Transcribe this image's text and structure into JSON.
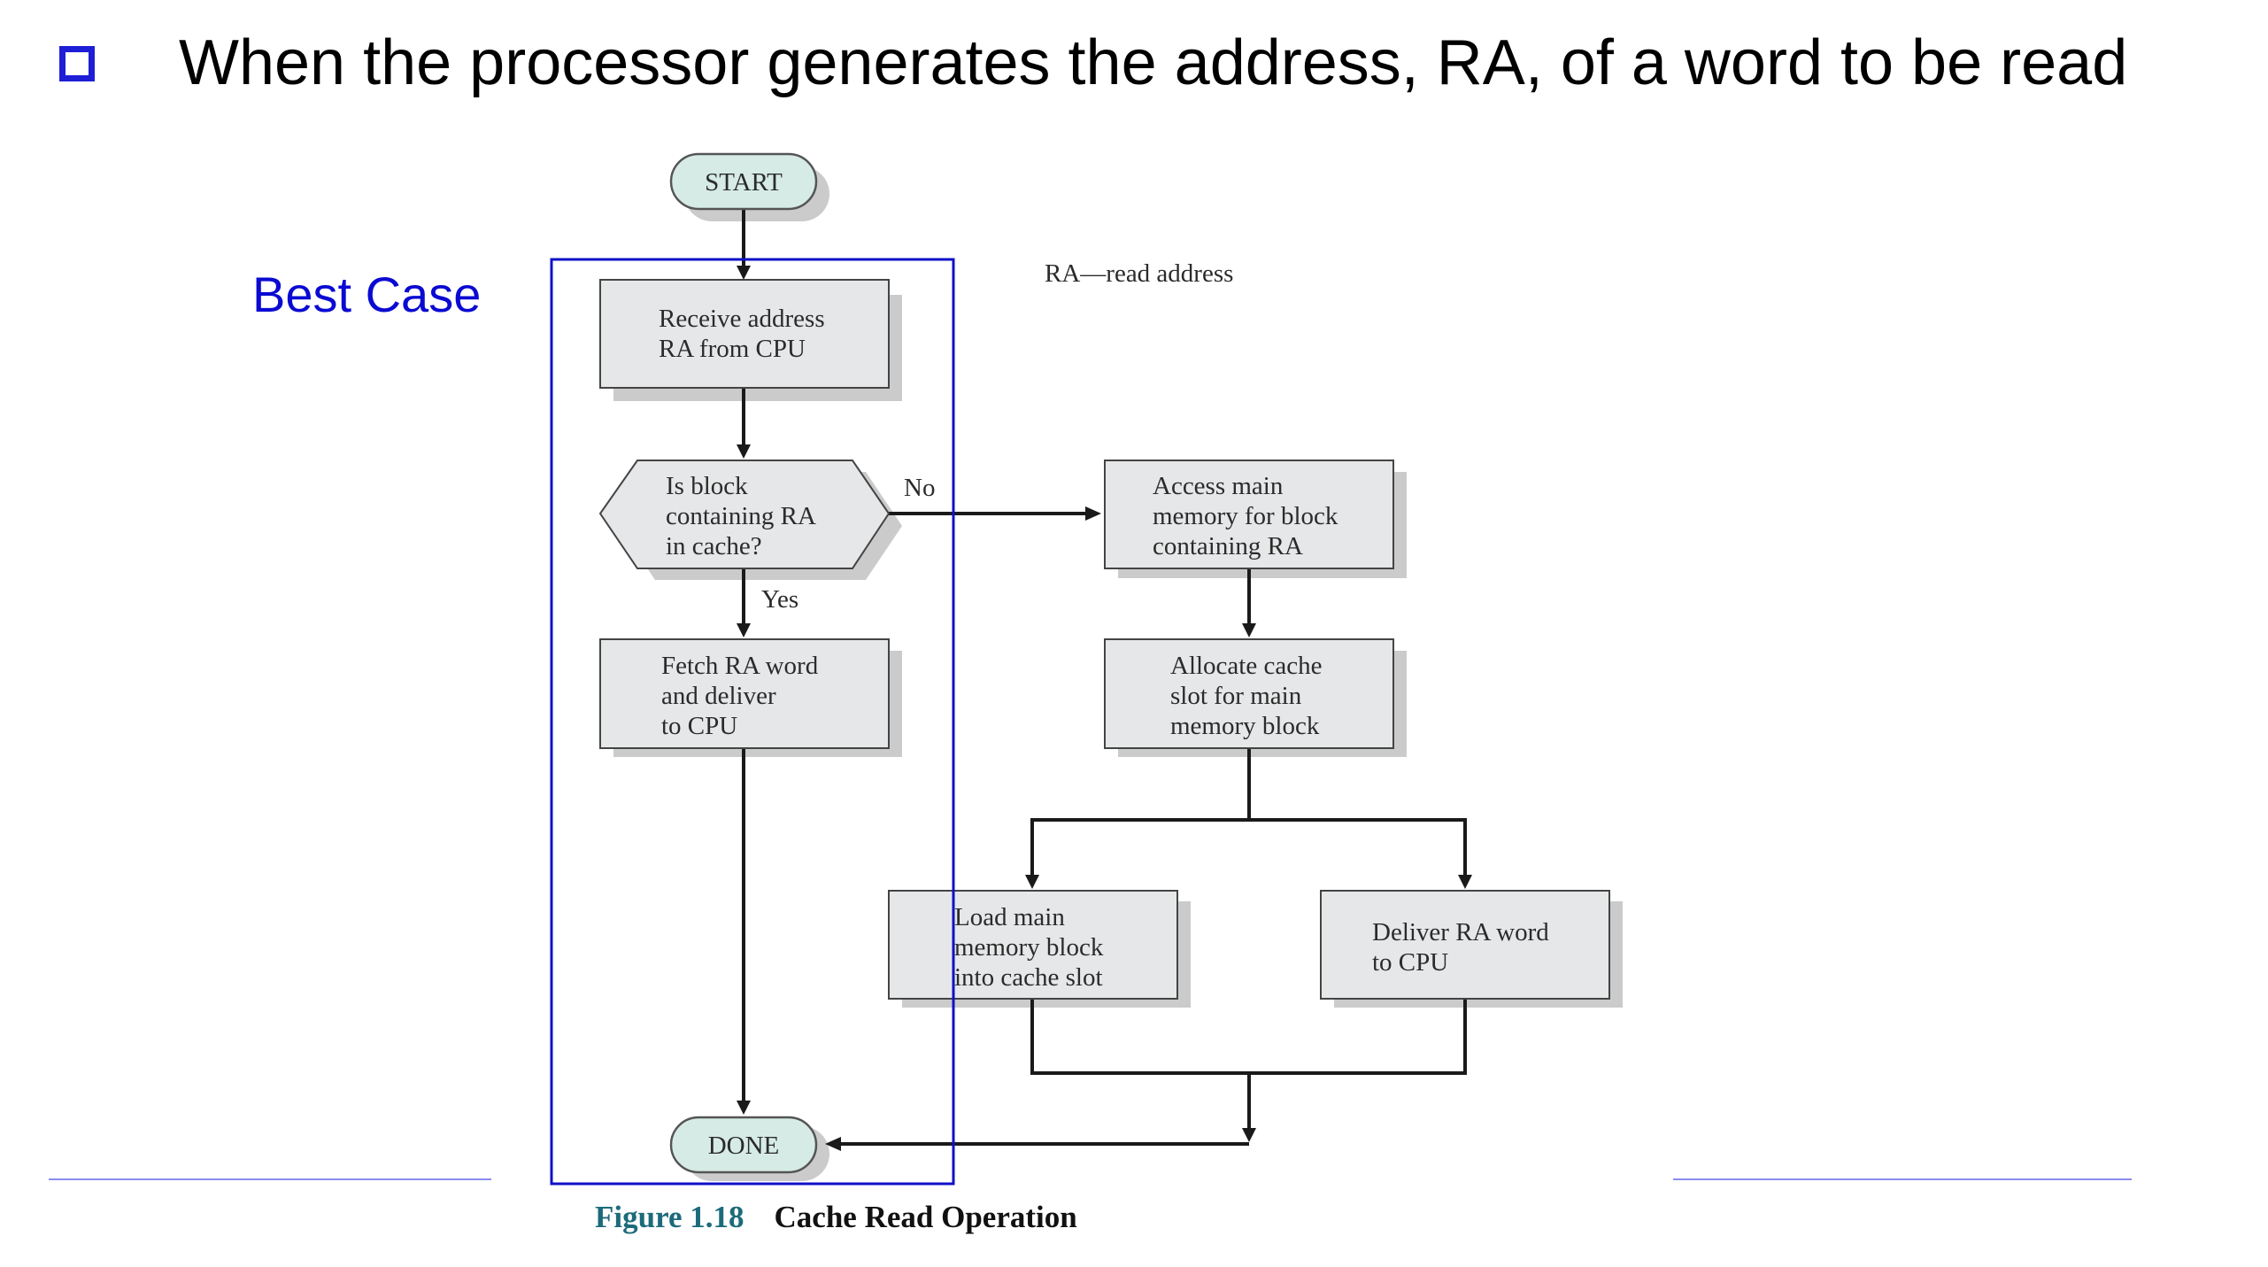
{
  "slide": {
    "title": "When the processor generates the address, RA, of a word to be read",
    "highlight_label": "Best Case"
  },
  "legend": "RA—read address",
  "figure": {
    "number": "Figure 1.18",
    "title": "Cache Read Operation"
  },
  "flowchart": {
    "start": "START",
    "done": "DONE",
    "receive": [
      "Receive address",
      "RA from CPU"
    ],
    "decision": [
      "Is block",
      "containing RA",
      "in cache?"
    ],
    "branch_no": "No",
    "branch_yes": "Yes",
    "fetch": [
      "Fetch RA word",
      "and deliver",
      "to CPU"
    ],
    "access": [
      "Access main",
      "memory for block",
      "containing RA"
    ],
    "allocate": [
      "Allocate cache",
      "slot for main",
      "memory block"
    ],
    "load": [
      "Load main",
      "memory block",
      "into cache slot"
    ],
    "deliver": [
      "Deliver RA word",
      "to CPU"
    ]
  },
  "colors": {
    "accent_blue": "#1e1ed6",
    "box_fill": "#e6e7e8",
    "terminal_fill": "#d6ebe6",
    "caption_teal": "#1c6b7a"
  }
}
